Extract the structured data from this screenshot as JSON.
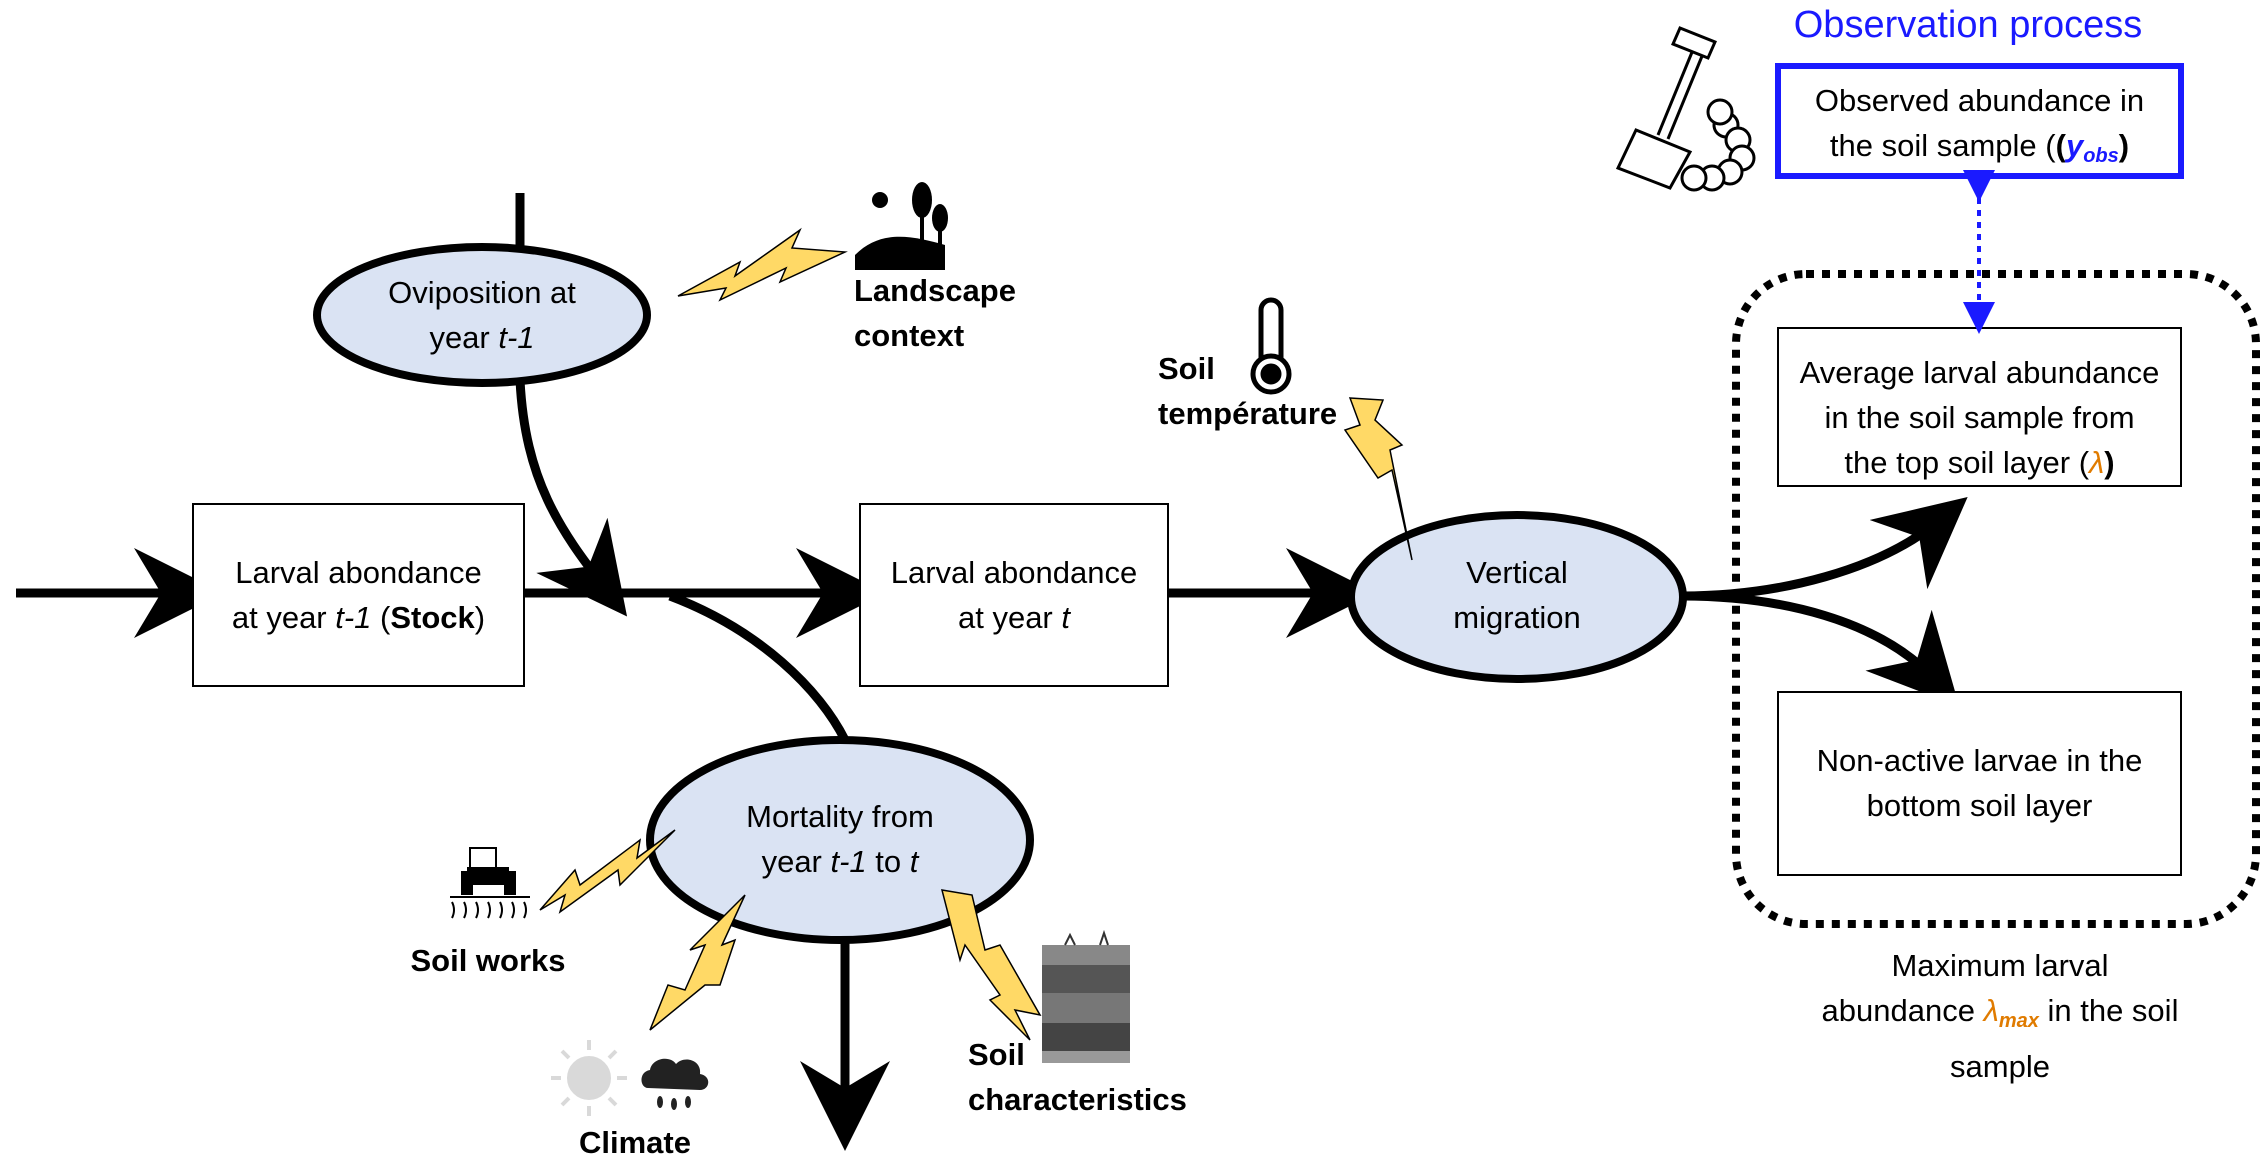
{
  "observation": {
    "title": "Observation process",
    "observed_line1": "Observed abundance in",
    "observed_line2_prefix": "the soil sample (",
    "observed_symbol": "y",
    "observed_sub": "obs",
    "observed_suffix": ")"
  },
  "oviposition": {
    "line1": "Oviposition at",
    "line2_prefix": "year ",
    "line2_var": "t-1"
  },
  "landscape": {
    "line1": "Landscape",
    "line2": "context"
  },
  "soil_temperature": {
    "line1": "Soil",
    "line2": "température"
  },
  "stock": {
    "line1": "Larval abondance",
    "line2_prefix": "at  year ",
    "line2_var": "t-1",
    "line2_mid": " (",
    "line2_bold": "Stock",
    "line2_suffix": ")"
  },
  "year_t": {
    "line1": "Larval abondance",
    "line2_prefix": "at year ",
    "line2_var": "t"
  },
  "vertical_migration": {
    "line1": "Vertical",
    "line2": "migration"
  },
  "average": {
    "line1": "Average larval abundance",
    "line2": "in the soil sample from",
    "line3_prefix": "the top soil layer (",
    "line3_symbol": "λ",
    "line3_suffix": ")"
  },
  "non_active": {
    "line1": "Non-active larvae in the",
    "line2": "bottom soil layer"
  },
  "maximum": {
    "line1": "Maximum larval",
    "line2_prefix": "abundance ",
    "line2_symbol": "λ",
    "line2_sub": "max",
    "line2_suffix": " in the soil",
    "line3": "sample"
  },
  "mortality": {
    "line1": "Mortality from",
    "line2_prefix": "year ",
    "line2_var1": "t-1",
    "line2_mid": " to ",
    "line2_var2": "t"
  },
  "soil_works": "Soil works",
  "climate": "Climate",
  "soil_characteristics": {
    "line1": "Soil",
    "line2": "characteristics"
  },
  "colors": {
    "ellipse_fill": "#dae3f3",
    "lightning": "#ffd966",
    "blue": "#1a1aff",
    "orange": "#e07b00"
  },
  "icons": [
    "shovel-worm-icon",
    "landscape-icon",
    "thermometer-icon",
    "tractor-icon",
    "sun-icon",
    "rain-cloud-icon",
    "soil-layers-icon"
  ]
}
